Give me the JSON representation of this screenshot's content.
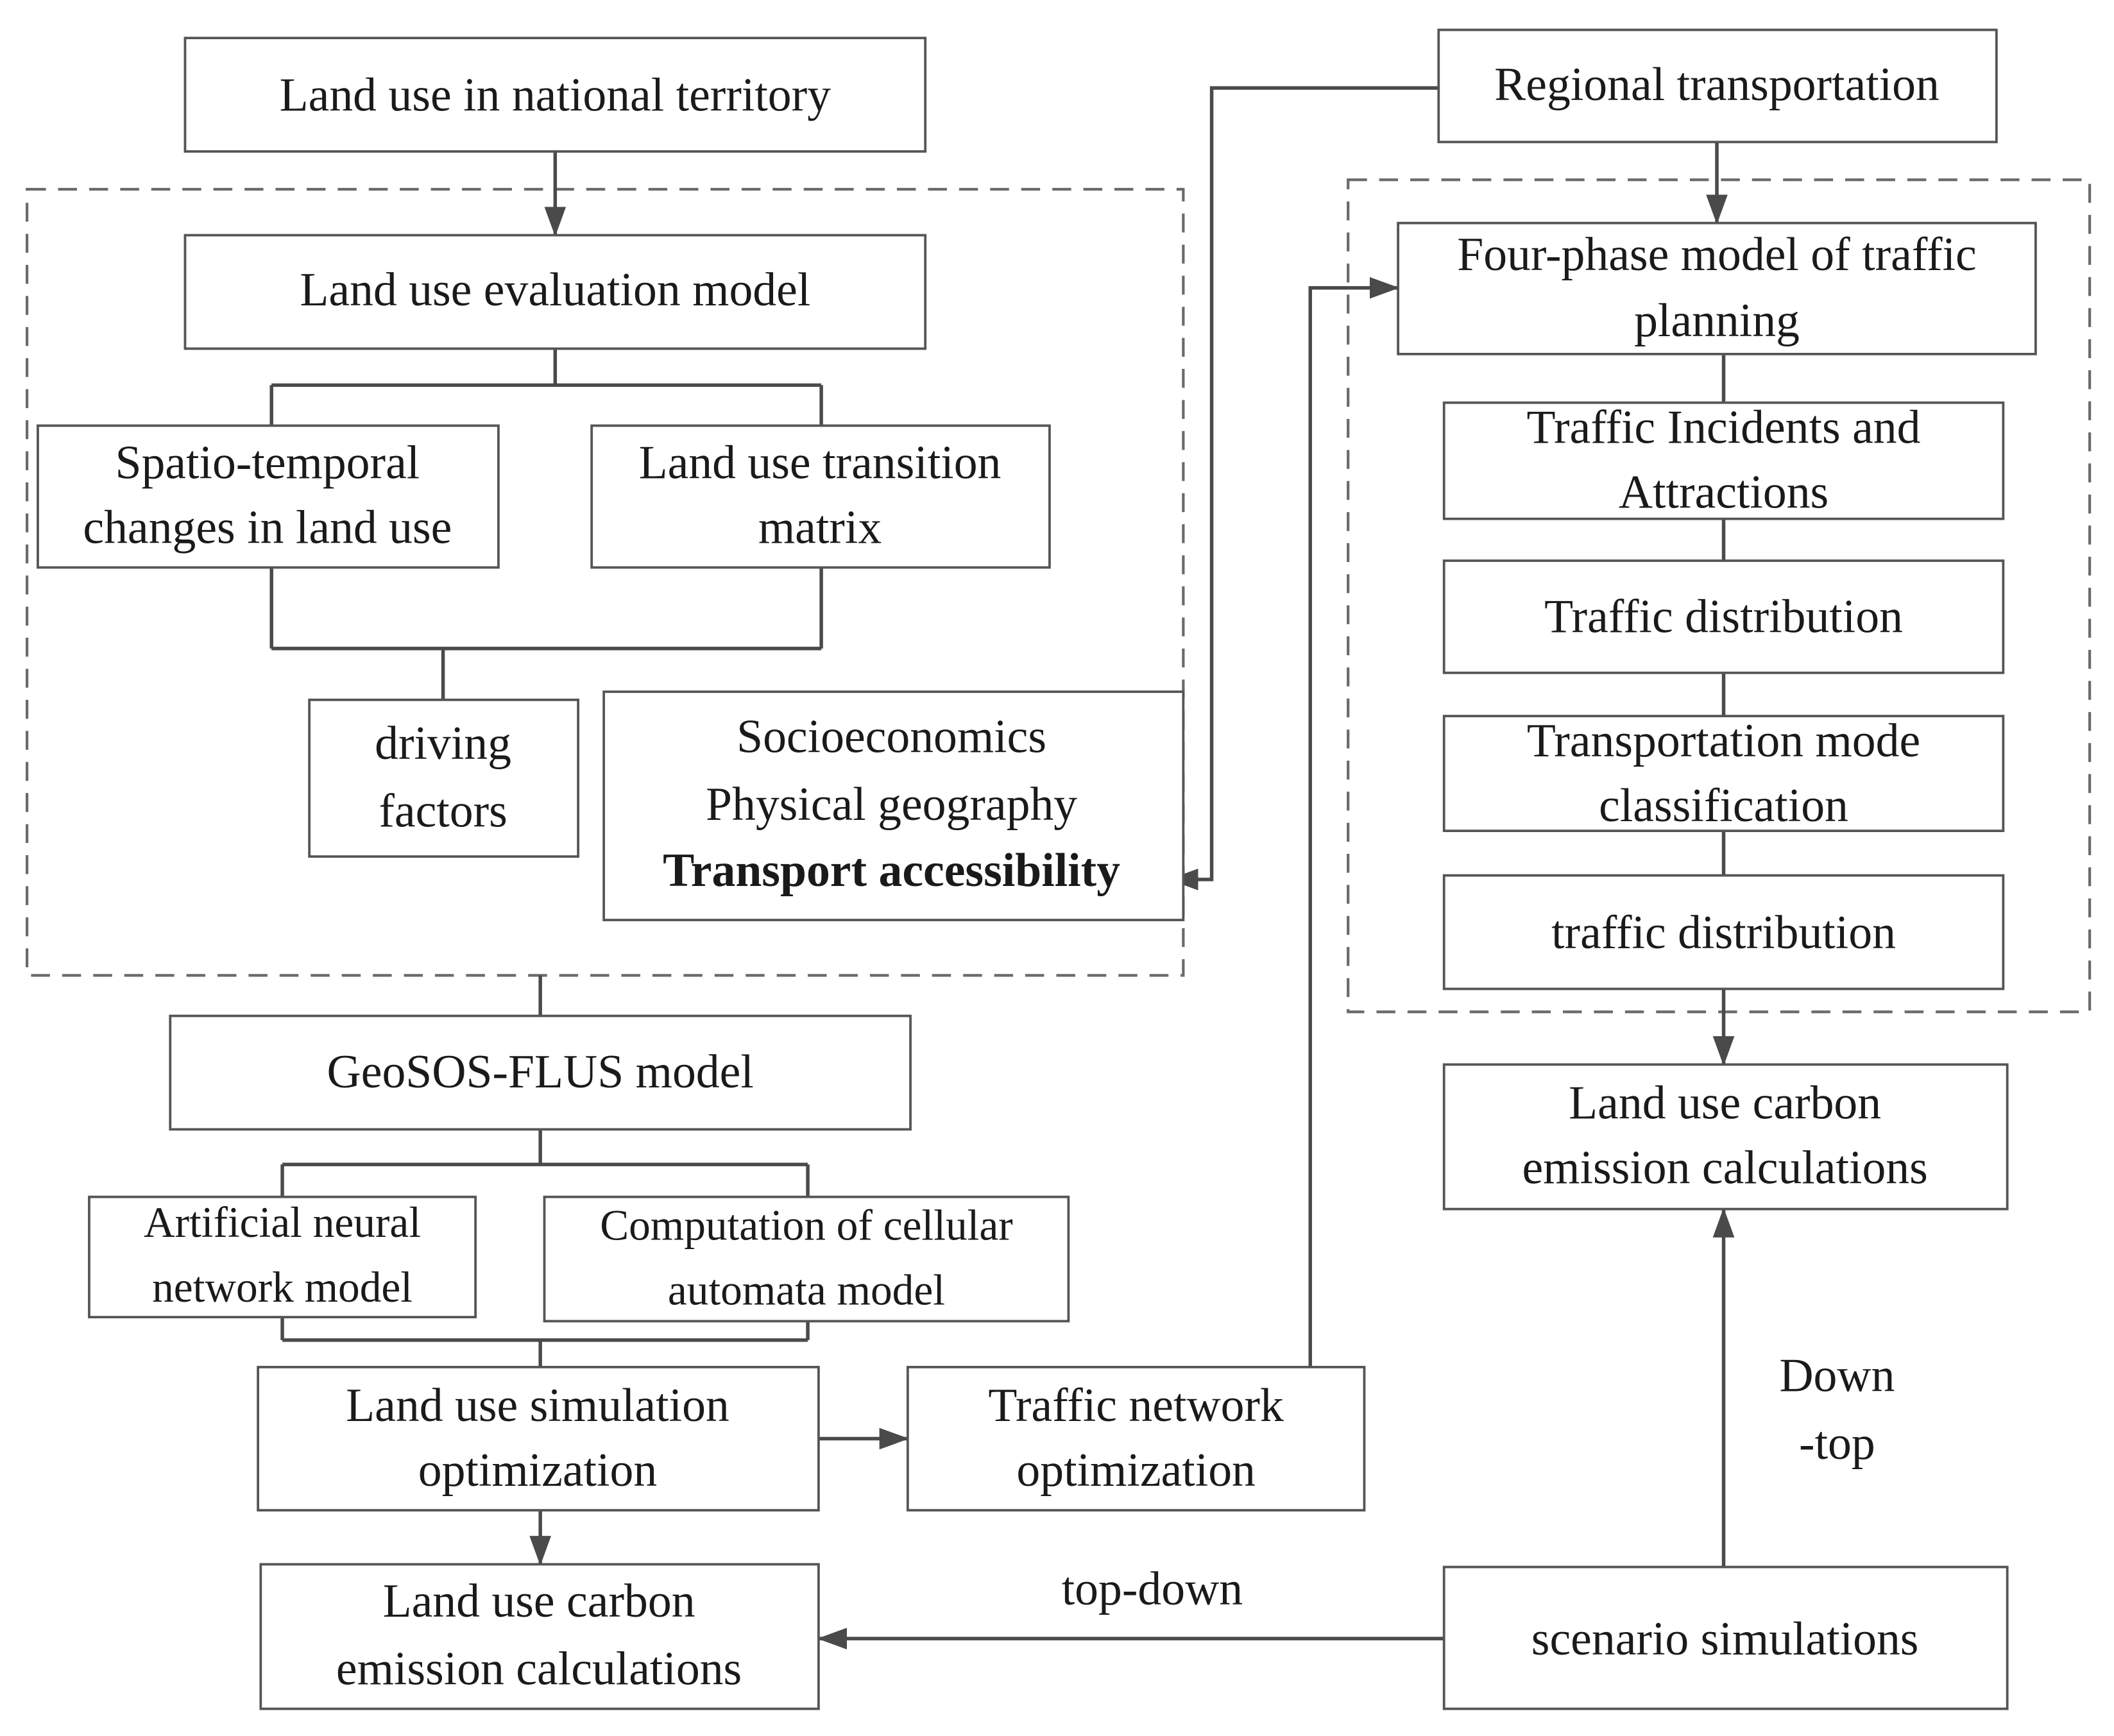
{
  "nodes": {
    "land_use_national": {
      "lines": [
        "Land use in national territory"
      ]
    },
    "regional_transportation": {
      "lines": [
        "Regional transportation"
      ]
    },
    "land_use_evaluation": {
      "lines": [
        "Land use evaluation model"
      ]
    },
    "spatio_temporal": {
      "lines": [
        "Spatio-temporal",
        "changes in land use"
      ]
    },
    "transition_matrix": {
      "lines": [
        "Land use transition",
        "matrix"
      ]
    },
    "driving_factors": {
      "lines": [
        "driving",
        "factors"
      ]
    },
    "factor_list": {
      "lines": [
        "Socioeconomics",
        "Physical geography",
        "Transport accessibility"
      ]
    },
    "four_phase": {
      "lines": [
        "Four-phase model of traffic",
        "planning"
      ]
    },
    "incidents_attractions": {
      "lines": [
        "Traffic Incidents and",
        "Attractions"
      ]
    },
    "traffic_distribution_1": {
      "lines": [
        "Traffic distribution"
      ]
    },
    "mode_classification": {
      "lines": [
        "Transportation mode",
        "classification"
      ]
    },
    "traffic_distribution_2": {
      "lines": [
        "traffic distribution"
      ]
    },
    "carbon_right": {
      "lines": [
        "Land use carbon",
        "emission calculations"
      ]
    },
    "geosos_flus": {
      "lines": [
        "GeoSOS-FLUS model"
      ]
    },
    "ann_model": {
      "lines": [
        "Artificial neural",
        "network model"
      ]
    },
    "ca_model": {
      "lines": [
        "Computation of cellular",
        "automata model"
      ]
    },
    "simulation_optimization": {
      "lines": [
        "Land use simulation",
        "optimization"
      ]
    },
    "network_optimization": {
      "lines": [
        "Traffic network",
        "optimization"
      ]
    },
    "carbon_left": {
      "lines": [
        "Land use carbon",
        "emission calculations"
      ]
    },
    "scenario_simulations": {
      "lines": [
        "scenario simulations"
      ]
    }
  },
  "edge_labels": {
    "top_down": "top-down",
    "down_top": [
      "Down",
      "-top"
    ]
  },
  "colors": {
    "box_stroke": "#555555",
    "text": "#1a1a1a",
    "connector": "#4a4a4a",
    "dashed": "#6a6a6a",
    "background": "#ffffff"
  }
}
